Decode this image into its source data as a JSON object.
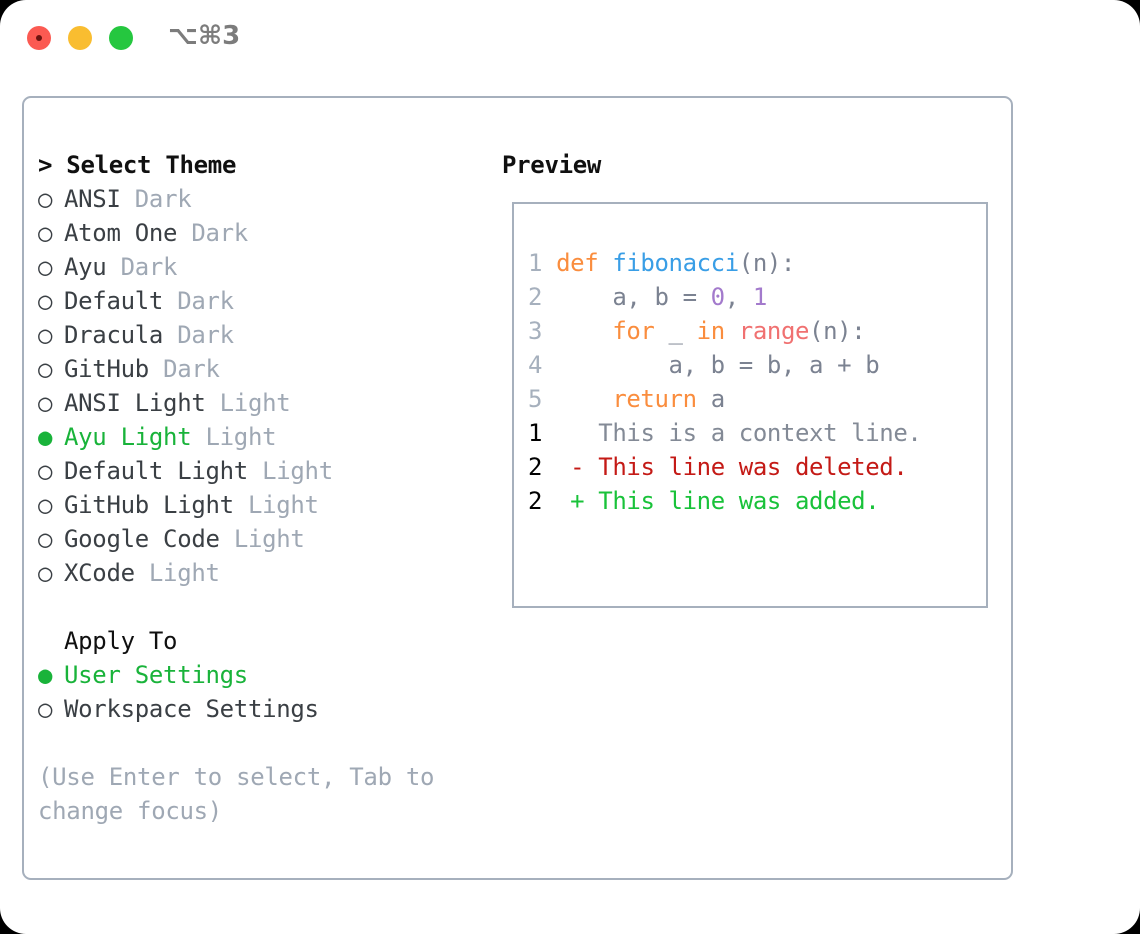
{
  "titlebar": {
    "shortcut": "⌥⌘3",
    "buttons": [
      {
        "name": "close",
        "color": "#fb5a52"
      },
      {
        "name": "minimize",
        "color": "#f9bd30"
      },
      {
        "name": "zoom",
        "color": "#25c73f"
      }
    ]
  },
  "theme_picker": {
    "heading": "> Select Theme",
    "selected_bullet": "●",
    "unselected_bullet": "○",
    "selected_color": "#19b33a",
    "items": [
      {
        "bullet": "○",
        "name": "ANSI",
        "variant": "Dark",
        "selected": false
      },
      {
        "bullet": "○",
        "name": "Atom One",
        "variant": "Dark",
        "selected": false
      },
      {
        "bullet": "○",
        "name": "Ayu",
        "variant": "Dark",
        "selected": false
      },
      {
        "bullet": "○",
        "name": "Default",
        "variant": "Dark",
        "selected": false
      },
      {
        "bullet": "○",
        "name": "Dracula",
        "variant": "Dark",
        "selected": false
      },
      {
        "bullet": "○",
        "name": "GitHub",
        "variant": "Dark",
        "selected": false
      },
      {
        "bullet": "○",
        "name": "ANSI Light",
        "variant": "Light",
        "selected": false
      },
      {
        "bullet": "●",
        "name": "Ayu Light",
        "variant": "Light",
        "selected": true
      },
      {
        "bullet": "○",
        "name": "Default Light",
        "variant": "Light",
        "selected": false
      },
      {
        "bullet": "○",
        "name": "GitHub Light",
        "variant": "Light",
        "selected": false
      },
      {
        "bullet": "○",
        "name": "Google Code",
        "variant": "Light",
        "selected": false
      },
      {
        "bullet": "○",
        "name": "XCode",
        "variant": "Light",
        "selected": false
      }
    ]
  },
  "apply_to": {
    "title": "Apply To",
    "items": [
      {
        "bullet": "●",
        "label": "User Settings",
        "selected": true
      },
      {
        "bullet": "○",
        "label": "Workspace Settings",
        "selected": false
      }
    ]
  },
  "hint": "(Use Enter to select, Tab to change focus)",
  "preview": {
    "title": "Preview",
    "code_lines": [
      {
        "number": "1",
        "tokens": [
          {
            "text": "def ",
            "type": "kw"
          },
          {
            "text": "fibonacci",
            "type": "fn"
          },
          {
            "text": "(n):",
            "type": "punc"
          }
        ]
      },
      {
        "number": "2",
        "tokens": [
          {
            "text": "    a, b = ",
            "type": "id"
          },
          {
            "text": "0",
            "type": "num"
          },
          {
            "text": ", ",
            "type": "punc"
          },
          {
            "text": "1",
            "type": "num"
          }
        ]
      },
      {
        "number": "3",
        "tokens": [
          {
            "text": "    ",
            "type": "id"
          },
          {
            "text": "for ",
            "type": "kw"
          },
          {
            "text": "_ ",
            "type": "id"
          },
          {
            "text": "in ",
            "type": "kw"
          },
          {
            "text": "range",
            "type": "bi"
          },
          {
            "text": "(n):",
            "type": "punc"
          }
        ]
      },
      {
        "number": "4",
        "tokens": [
          {
            "text": "        a, b = b, a + b",
            "type": "id"
          }
        ]
      },
      {
        "number": "5",
        "tokens": [
          {
            "text": "    ",
            "type": "id"
          },
          {
            "text": "return ",
            "type": "kw"
          },
          {
            "text": "a",
            "type": "id"
          }
        ]
      }
    ],
    "diff_lines": [
      {
        "number": "1",
        "marker": " ",
        "text": "This is a context line.",
        "type": "ctx"
      },
      {
        "number": "2",
        "marker": "-",
        "text": "This line was deleted.",
        "type": "del"
      },
      {
        "number": "2",
        "marker": "+",
        "text": "This line was added.",
        "type": "add"
      }
    ]
  },
  "colors": {
    "keyword": "#fa8d3e",
    "function": "#399ee6",
    "builtin": "#f07171",
    "number": "#a37acc",
    "identifier": "#7b8291",
    "line_number": "#a6b0bd",
    "diff_context": "#838a96",
    "diff_deleted": "#c41a16",
    "diff_added": "#19c23a",
    "border": "#a6b0bd",
    "muted_text": "#9fa8b4"
  }
}
